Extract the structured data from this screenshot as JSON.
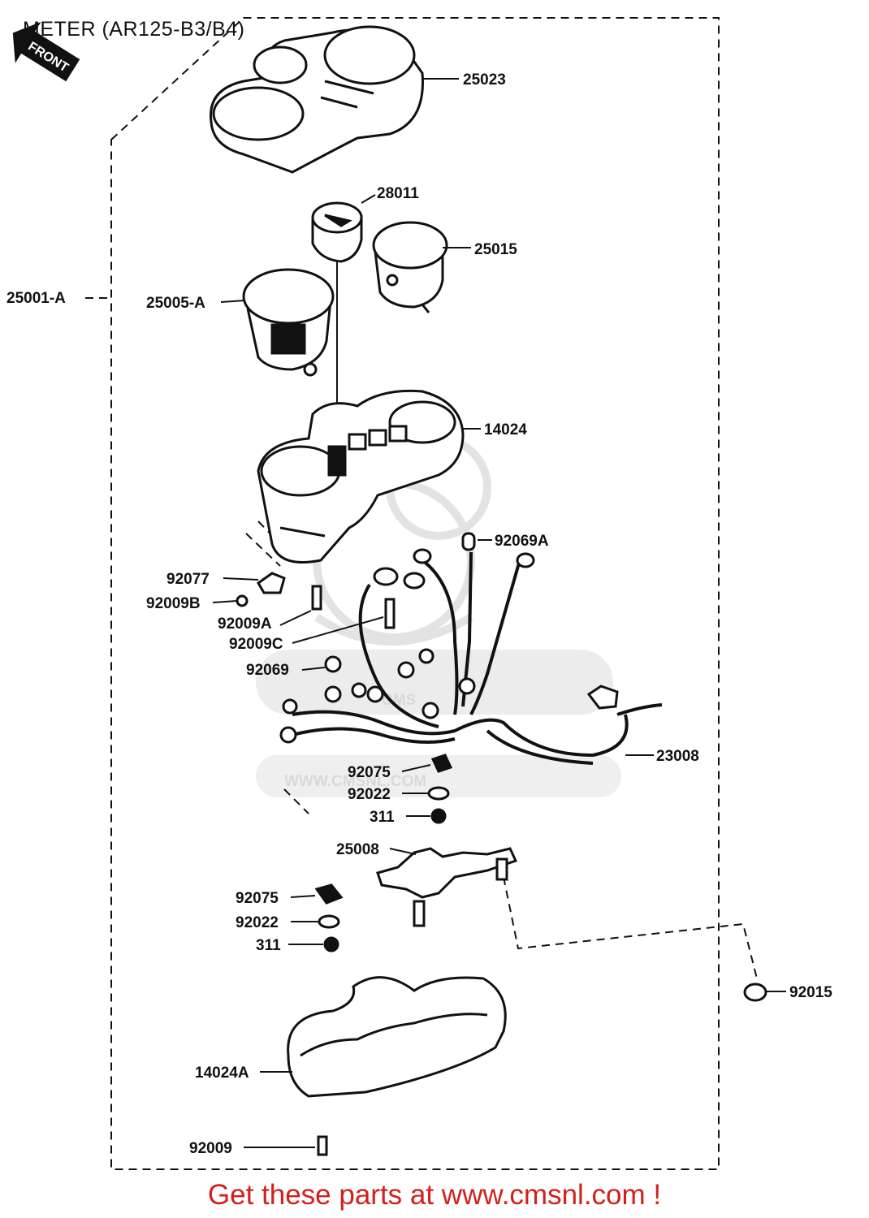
{
  "page": {
    "title": "METER (AR125-B3/B4)",
    "footer": "Get these parts at www.cmsnl.com !"
  },
  "watermark": {
    "logo_text": "CMS",
    "url_text": "WWW.CMSNL.COM"
  },
  "badge": {
    "front_label": "FRONT"
  },
  "parts": {
    "p25023": "25023",
    "p28011": "28011",
    "p25015": "25015",
    "p25001A": "25001-A",
    "p25005A": "25005-A",
    "p14024": "14024",
    "p92069A": "92069A",
    "p92077": "92077",
    "p92009B": "92009B",
    "p92009A": "92009A",
    "p92009C": "92009C",
    "p92069": "92069",
    "p23008": "23008",
    "p92075a": "92075",
    "p92022a": "92022",
    "p311a": "311",
    "p25008": "25008",
    "p92075b": "92075",
    "p92022b": "92022",
    "p311b": "311",
    "p92015": "92015",
    "p14024A": "14024A",
    "p92009": "92009"
  },
  "colors": {
    "ink": "#111111",
    "footer_red": "#d2201a",
    "watermark_gray": "#d9d9d9"
  }
}
